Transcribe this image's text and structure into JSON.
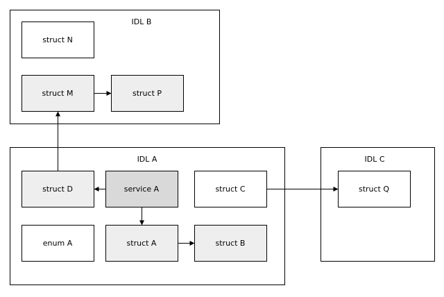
{
  "colors": {
    "node_white": "#ffffff",
    "node_light": "#eeeeee",
    "node_dark": "#d9d9d9",
    "stroke": "#000000"
  },
  "groups": [
    {
      "id": "idl-b",
      "label": "IDL B"
    },
    {
      "id": "idl-a",
      "label": "IDL A"
    },
    {
      "id": "idl-c",
      "label": "IDL C"
    }
  ],
  "nodes": [
    {
      "id": "struct-n",
      "label": "struct N",
      "fill": "white"
    },
    {
      "id": "struct-m",
      "label": "struct M",
      "fill": "light"
    },
    {
      "id": "struct-p",
      "label": "struct P",
      "fill": "light"
    },
    {
      "id": "struct-d",
      "label": "struct D",
      "fill": "light"
    },
    {
      "id": "service-a",
      "label": "service A",
      "fill": "dark"
    },
    {
      "id": "struct-c",
      "label": "struct C",
      "fill": "white"
    },
    {
      "id": "enum-a",
      "label": "enum A",
      "fill": "white"
    },
    {
      "id": "struct-a",
      "label": "struct A",
      "fill": "light"
    },
    {
      "id": "struct-b",
      "label": "struct B",
      "fill": "light"
    },
    {
      "id": "struct-q",
      "label": "struct Q",
      "fill": "white"
    }
  ],
  "edges": [
    {
      "from": "struct-m",
      "to": "struct-p"
    },
    {
      "from": "struct-d",
      "to": "struct-m"
    },
    {
      "from": "service-a",
      "to": "struct-d"
    },
    {
      "from": "service-a",
      "to": "struct-a"
    },
    {
      "from": "struct-a",
      "to": "struct-b"
    },
    {
      "from": "struct-c",
      "to": "struct-q"
    }
  ]
}
